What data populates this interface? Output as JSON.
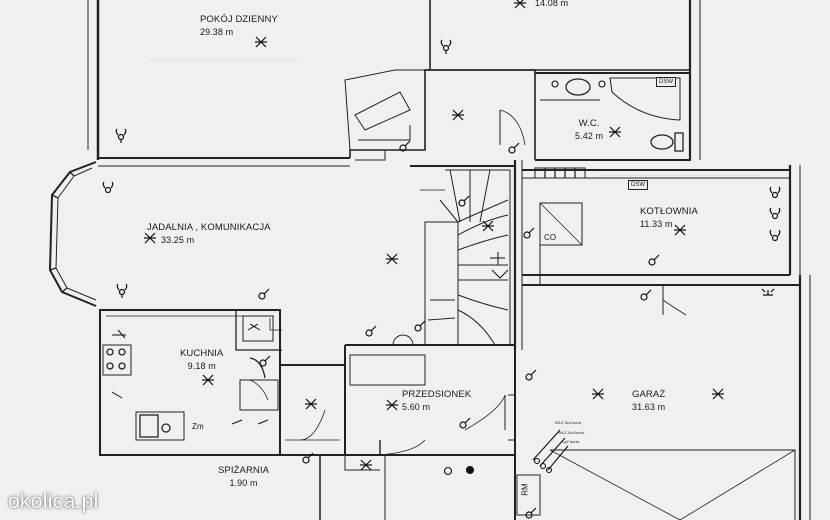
{
  "rooms": {
    "pokoj_dzienny": {
      "name": "POKÓJ DZIENNY",
      "area": "29.38 m"
    },
    "top_right": {
      "area": "14.08 m"
    },
    "wc": {
      "name": "W.C.",
      "area": "5.42 m"
    },
    "jadalnia": {
      "name": "JADALNIA , KOMUNIKACJA",
      "area": "33.25 m"
    },
    "kotlownia": {
      "name": "KOTŁOWNIA",
      "area": "11.33 m"
    },
    "kuchnia": {
      "name": "KUCHNIA",
      "area": "9.18 m"
    },
    "przedsionek": {
      "name": "PRZEDSIONEK",
      "area": "5.60 m"
    },
    "garaz": {
      "name": "GARAŻ",
      "area": "31.63 m"
    },
    "spizarnia": {
      "name": "SPIŻARNIA",
      "area": "1.90 m"
    }
  },
  "labels": {
    "dsw1": "DSW",
    "dsw2": "DSW",
    "co": "CO",
    "zm": "Zm",
    "rm": "RM",
    "wlz1": "WLZ 3x4 kontr.",
    "wlz2": "WLZ 3x4 kontr.",
    "wlz3": "LgY kontr."
  },
  "watermark": "okolica.pl"
}
